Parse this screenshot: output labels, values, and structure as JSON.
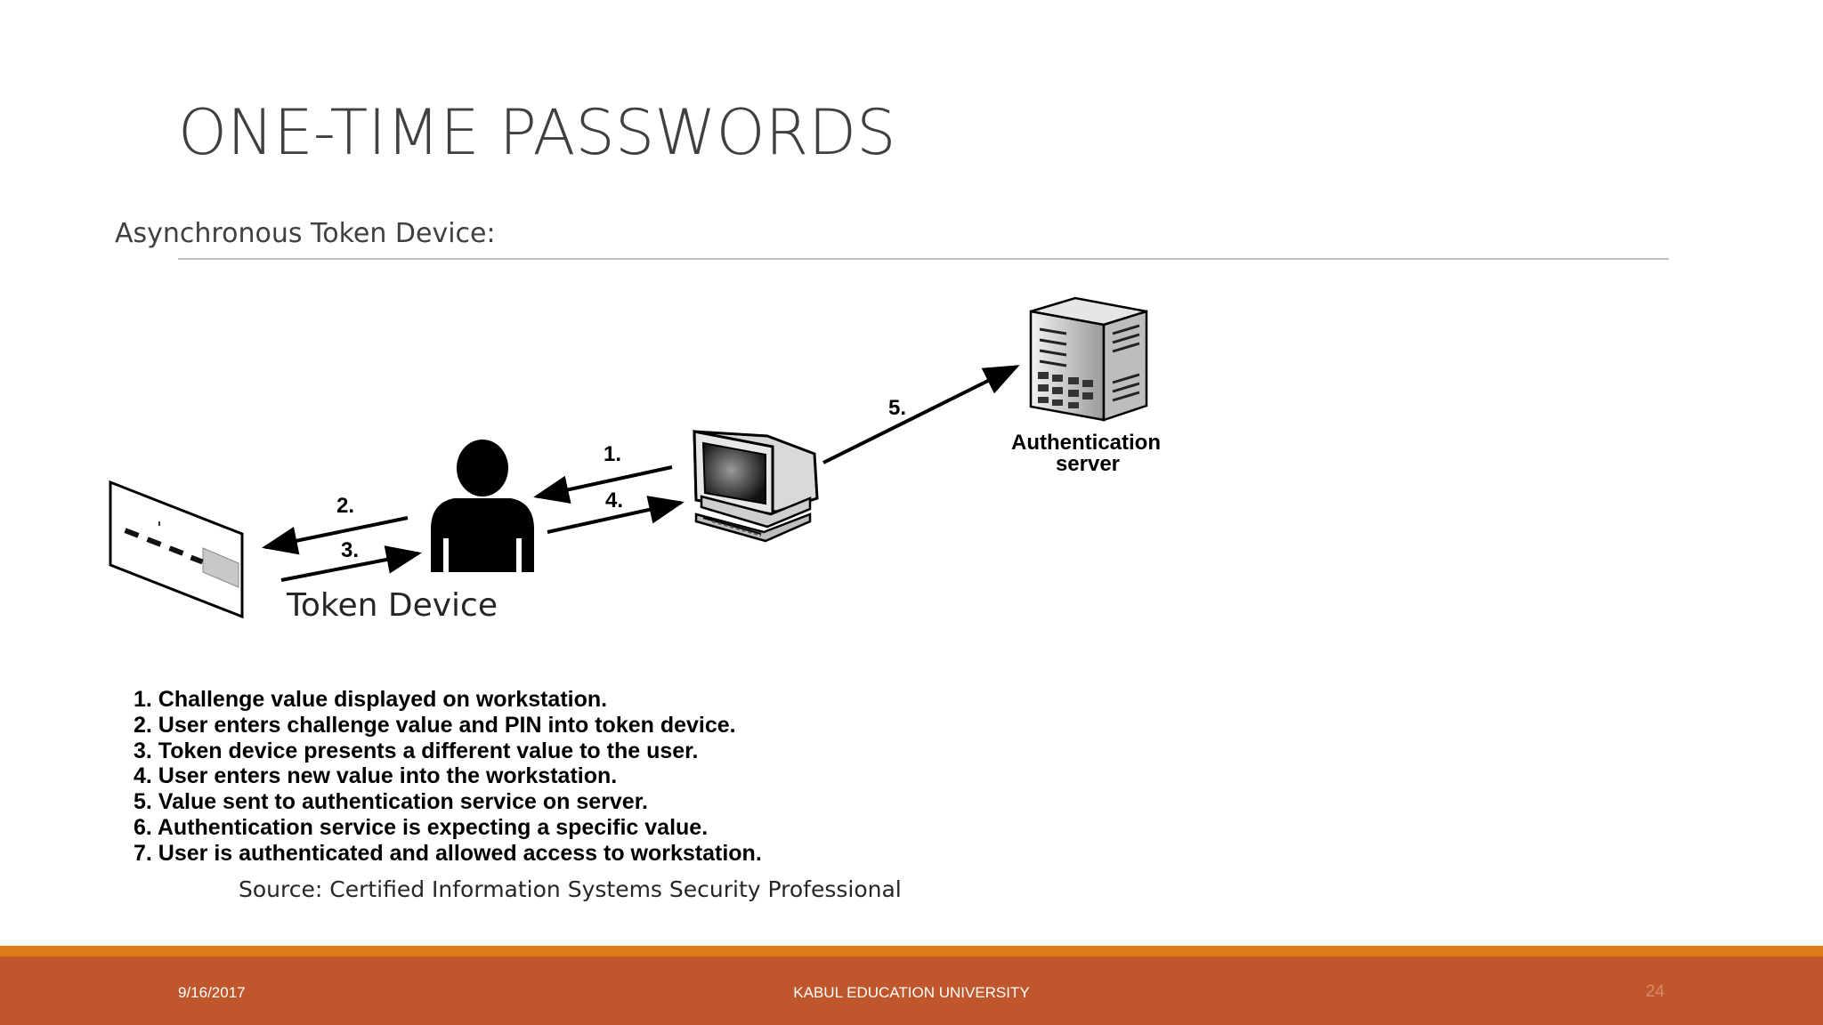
{
  "slide": {
    "title": "ONE-TIME PASSWORDS",
    "subtitle": "Asynchronous Token Device:"
  },
  "diagram": {
    "arrow_labels": [
      "1.",
      "2.",
      "3.",
      "4.",
      "5."
    ],
    "server_label_line1": "Authentication",
    "server_label_line2": "server",
    "token_label": "Token Device"
  },
  "steps": [
    "1. Challenge value displayed on workstation.",
    "2. User enters challenge value and PIN into token device.",
    "3. Token device presents a different value to the user.",
    "4. User enters new value into the workstation.",
    "5. Value sent to authentication service on server.",
    "6. Authentication service is expecting a specific value.",
    "7. User is authenticated and allowed access to workstation."
  ],
  "source": "Source: Certified Information Systems Security Professional",
  "footer": {
    "date": "9/16/2017",
    "center": "KABUL EDUCATION UNIVERSITY",
    "page": "24"
  },
  "colors": {
    "footer_bar": "#bf562c",
    "footer_stripe": "#e07b1a",
    "title_text": "#404040"
  }
}
